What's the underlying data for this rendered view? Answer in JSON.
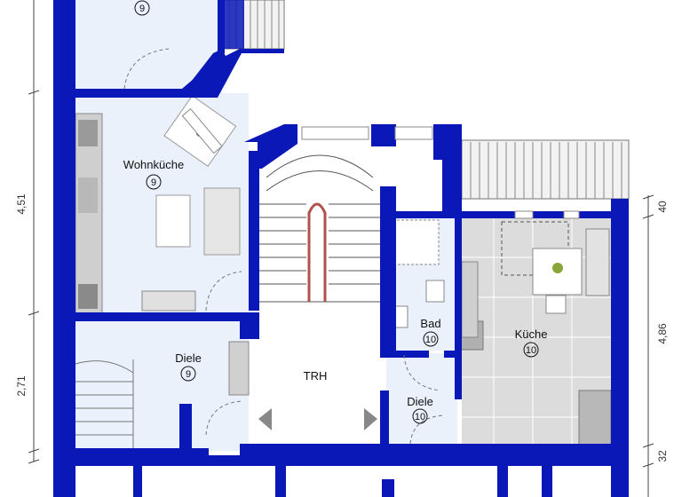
{
  "rooms": [
    {
      "name": "",
      "number": "9"
    },
    {
      "name": "Wohnküche",
      "number": "9"
    },
    {
      "name": "Diele",
      "number": "9"
    },
    {
      "name": "TRH",
      "number": ""
    },
    {
      "name": "Bad",
      "number": "10"
    },
    {
      "name": "Küche",
      "number": "10"
    },
    {
      "name": "Diele",
      "number": "10"
    }
  ],
  "dimensions": {
    "left_upper": "4,51",
    "left_lower": "2,71",
    "right_top": "40",
    "right_middle": "4,86",
    "right_bottom": "32"
  },
  "colors": {
    "wall": "#0b18b8",
    "floor_light": "#eaf1fb",
    "floor_tile": "#d9d9d9",
    "balcony": "#9a9a9a"
  },
  "icons": [
    "left-arrow-icon",
    "right-arrow-icon"
  ]
}
